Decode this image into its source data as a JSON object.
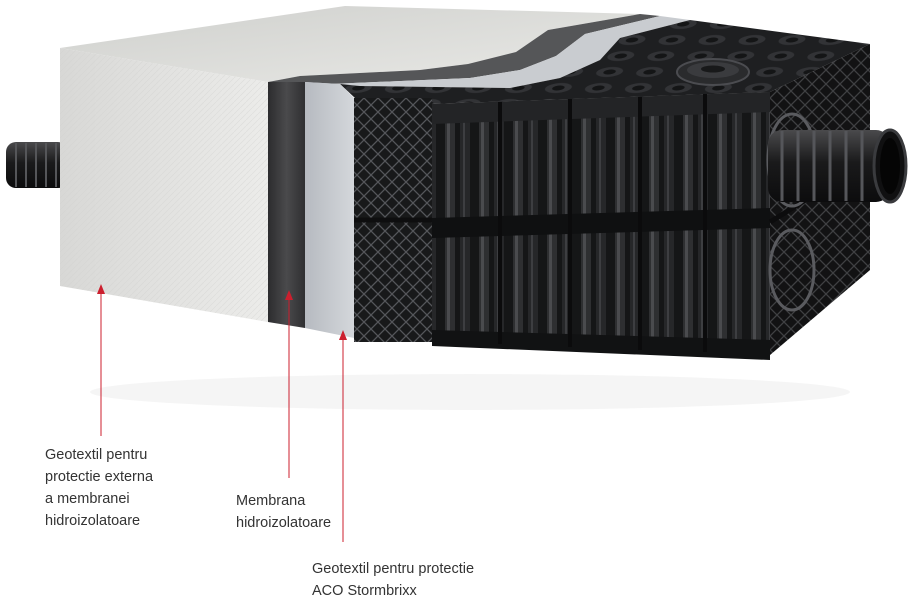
{
  "colors": {
    "leader_line": "#cc1f2e",
    "text": "#333333",
    "outer_geotextile": "#e3e3e1",
    "membrane": "#3b3b3d",
    "inner_geotextile": "#c5c8cc",
    "modules": "#1e1f21"
  },
  "callouts": [
    {
      "id": "outer-geotextile",
      "text": "Geotextil pentru\nprotectie externa\na membranei\nhidroizolatoare"
    },
    {
      "id": "membrane",
      "text": "Membrana\nhidroizolatoare"
    },
    {
      "id": "inner-geotextile",
      "text": "Geotextil pentru protectie\nACO Stormbrixx"
    }
  ]
}
